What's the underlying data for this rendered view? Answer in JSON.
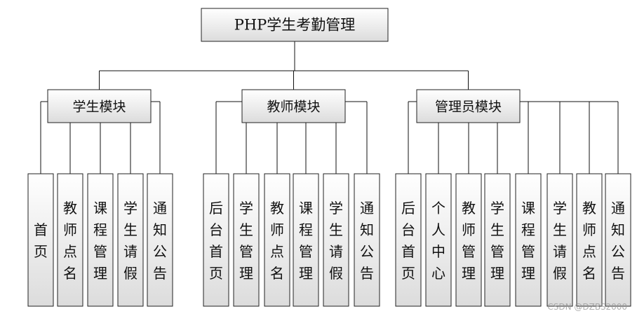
{
  "title": "PHP学生考勤管理",
  "modules": [
    {
      "name": "学生模块",
      "items": [
        "首页",
        "教师点名",
        "课程管理",
        "学生请假",
        "通知公告"
      ]
    },
    {
      "name": "教师模块",
      "items": [
        "后台首页",
        "学生管理",
        "教师点名",
        "课程管理",
        "学生请假",
        "通知公告"
      ]
    },
    {
      "name": "管理员模块",
      "items": [
        "后台首页",
        "个人中心",
        "教师管理",
        "学生管理",
        "课程管理",
        "学生请假",
        "教师点名",
        "通知公告"
      ]
    }
  ],
  "watermark": "CSDN @DZBS2000",
  "colors": {
    "box_top": "#ffffff",
    "box_bottom": "#dcdcdc",
    "stroke": "#222222"
  }
}
